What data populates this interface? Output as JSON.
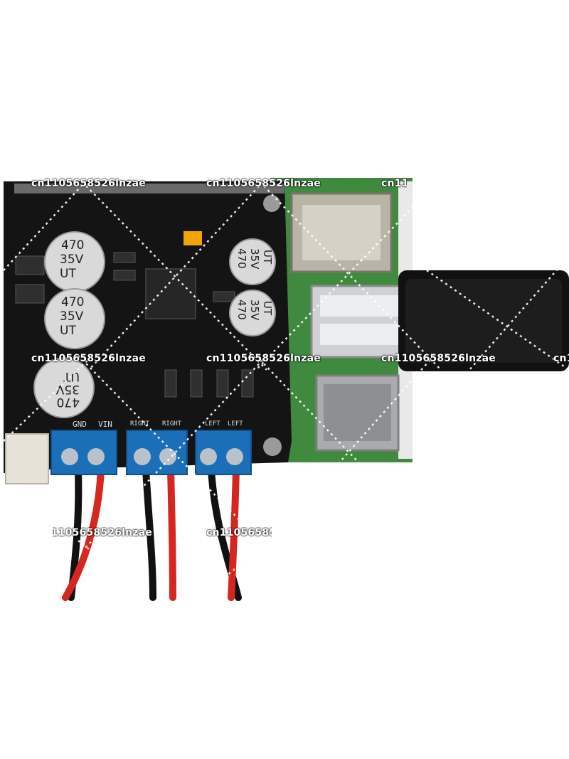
{
  "photo": {
    "capacitors": [
      {
        "value": "470",
        "voltage": "35V",
        "series": "UT"
      },
      {
        "value": "470",
        "voltage": "35V",
        "series": "UT"
      },
      {
        "value": "470",
        "voltage": "35V",
        "series": "UT"
      },
      {
        "value": "470",
        "voltage": "35V",
        "series": "UT"
      },
      {
        "value": "470",
        "voltage": "35V",
        "series": "UT"
      }
    ],
    "terminal_labels": {
      "gnd": "GND",
      "vin": "VIN",
      "right": "RIGHT",
      "left": "LEFT"
    },
    "colors": {
      "pcb": "#141414",
      "terminal": "#1a6fb8",
      "wire_red": "#d7261e",
      "wire_black": "#111111",
      "pi_green": "#3f8a3f"
    }
  },
  "watermark": {
    "text": "cn1105658526lnzae"
  }
}
